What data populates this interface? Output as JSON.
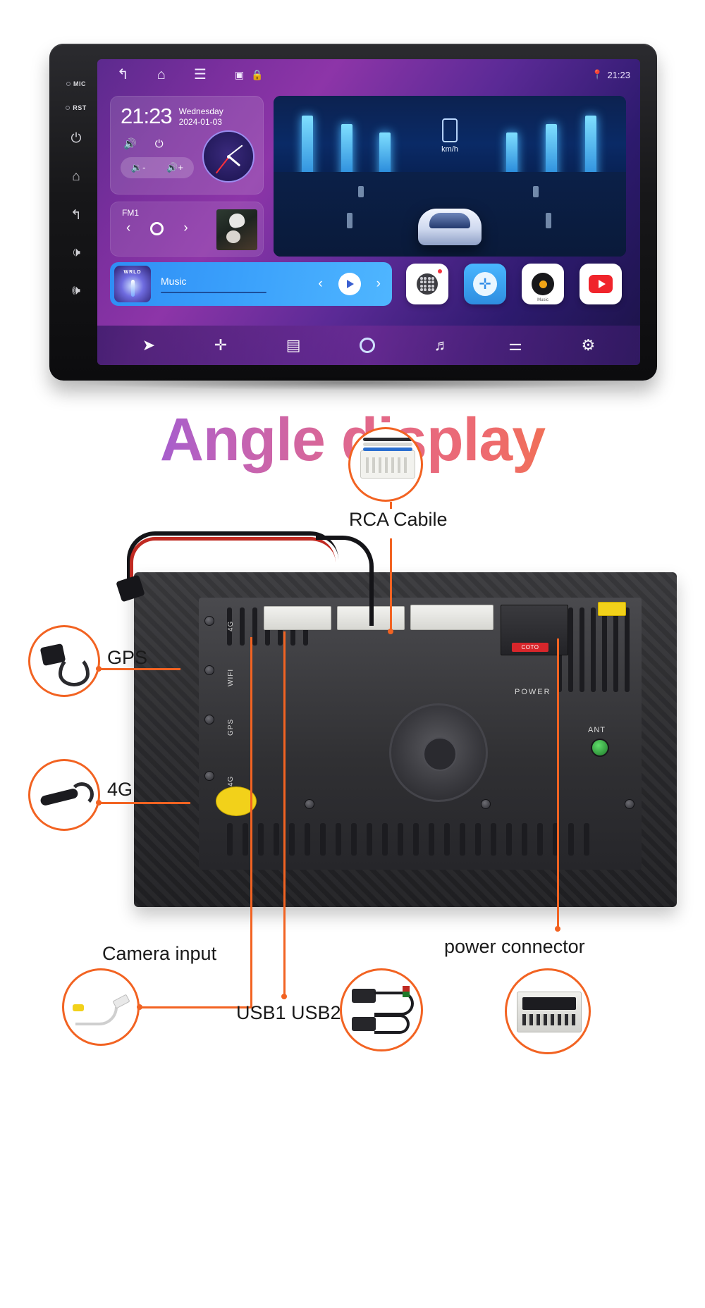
{
  "head_unit": {
    "status_bar": {
      "back_icon": "back-arrow-icon",
      "home_icon": "home-icon",
      "menu_icon": "menu-icon",
      "screenshot_icon": "screenshot-icon",
      "lock_icon": "lock-icon",
      "location_icon": "location-pin-icon",
      "time": "21:23"
    },
    "side_keys": [
      {
        "label": "MIC",
        "name": "mic-key"
      },
      {
        "label": "RST",
        "name": "reset-key"
      },
      {
        "label": "⏻",
        "name": "power-key"
      },
      {
        "label": "⌂",
        "name": "home-key"
      },
      {
        "label": "↰",
        "name": "back-key"
      },
      {
        "label": "🕩",
        "name": "volume-down-key"
      },
      {
        "label": "🕪",
        "name": "volume-up-key"
      }
    ],
    "clock_widget": {
      "time": "21:23",
      "weekday": "Wednesday",
      "date": "2024-01-03",
      "mute_icon": "speaker-icon",
      "power_icon": "power-icon",
      "volume_down_label": "🔉-",
      "volume_up_label": "🔊+"
    },
    "radio_widget": {
      "band": "FM1",
      "prev_label": "‹",
      "next_label": "›",
      "tune_icon": "tune-ring-icon"
    },
    "music_player": {
      "album_text": "WRLD",
      "title": "Music",
      "prev_label": "‹",
      "next_label": "›",
      "play_icon": "play-icon"
    },
    "video_tile": {
      "speed_unit": "km/h"
    },
    "apps": [
      {
        "name": "radio-app",
        "label": ""
      },
      {
        "name": "bluetooth-app",
        "label": ""
      },
      {
        "name": "music-app",
        "label": "Music"
      },
      {
        "name": "video-app",
        "label": ""
      }
    ],
    "nav_bar": [
      {
        "name": "navigation-icon",
        "glyph": "➤"
      },
      {
        "name": "bluetooth-icon",
        "glyph": "✛"
      },
      {
        "name": "radio-icon",
        "glyph": "▤"
      },
      {
        "name": "home-icon",
        "glyph": "◯"
      },
      {
        "name": "music-icon",
        "glyph": "♬"
      },
      {
        "name": "equalizer-icon",
        "glyph": "⚊"
      },
      {
        "name": "settings-icon",
        "glyph": "⚙"
      }
    ]
  },
  "heading": {
    "text": "Angle display"
  },
  "diagram": {
    "labels": {
      "rca_cable": "RCA Cabile",
      "gps": "GPS",
      "fourg": "4G",
      "camera_input": "Camera input",
      "usb": "USB1 USB2",
      "power_connector": "power connector"
    },
    "board_text": {
      "fourg_side": "4G",
      "wifi_side": "WIFI",
      "gps_side": "GPS",
      "fourg_lower": "4G",
      "power": "POWER",
      "ant": "ANT",
      "red_connector": "COTO"
    },
    "accent_color": "#f26322"
  }
}
